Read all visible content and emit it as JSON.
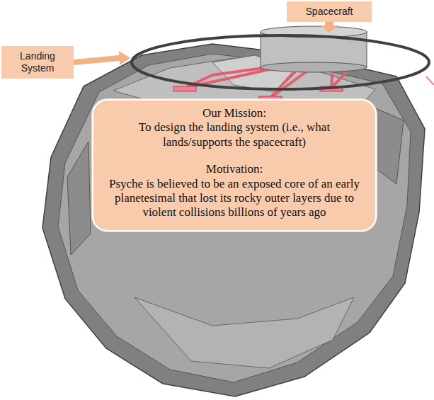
{
  "diagram": {
    "nodes": [
      {
        "text": [
          "Spacecraft"
        ]
      },
      {
        "text": [
          "Landing System"
        ]
      },
      {
        "text": [
          "Our Mission:",
          "To design the landing system (i.e., what lands/supports the spacecraft)",
          "Motivation:",
          "Psyche is believed to be an exposed core of an early planetesimal that lost its rocky outer layers due to violent collisions billions of years ago"
        ]
      }
    ]
  }
}
